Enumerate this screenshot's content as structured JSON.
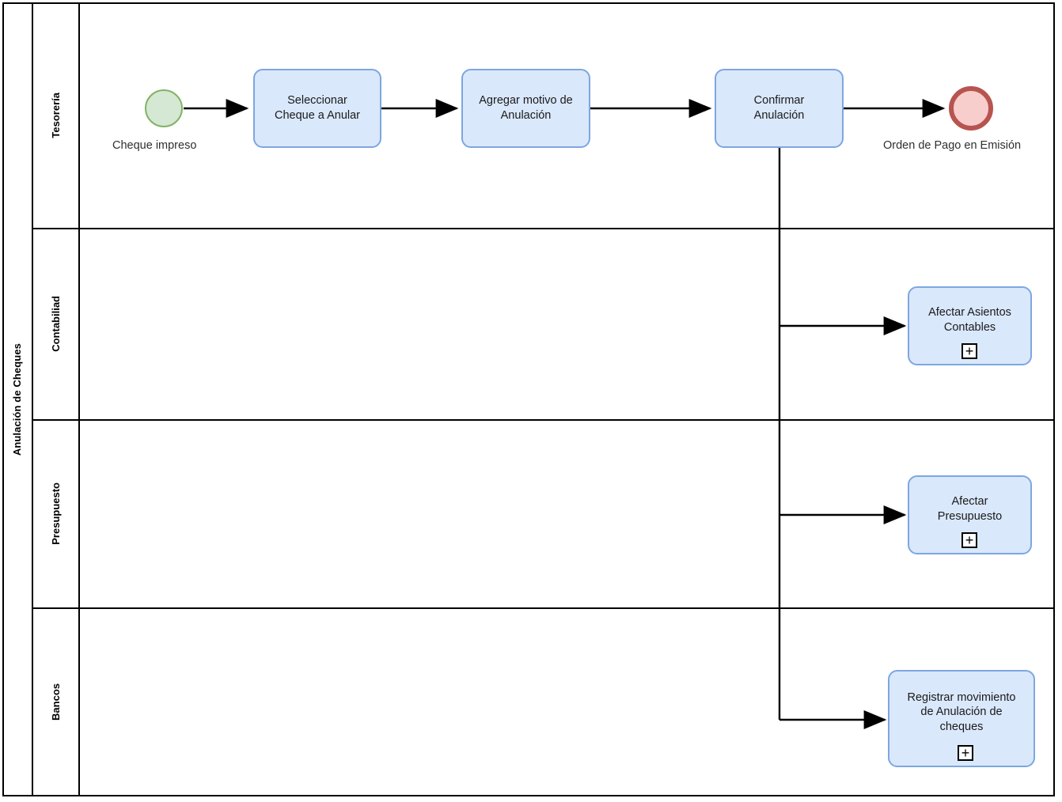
{
  "pool": {
    "title": "Anulación de Cheques"
  },
  "lanes": [
    {
      "id": "tesoreria",
      "label": "Tesorería"
    },
    {
      "id": "contabiliad",
      "label": "Contabiliad"
    },
    {
      "id": "presupuesto",
      "label": "Presupuesto"
    },
    {
      "id": "bancos",
      "label": "Bancos"
    }
  ],
  "events": {
    "start": {
      "label": "Cheque impreso",
      "type": "start-event"
    },
    "end": {
      "label": "Orden de Pago en Emisión",
      "type": "end-event"
    }
  },
  "tasks": {
    "seleccionar_cheque": {
      "label": "Seleccionar\nCheque a Anular"
    },
    "agregar_motivo": {
      "label": "Agregar motivo de\nAnulación"
    },
    "confirmar": {
      "label": "Confirmar\nAnulación"
    },
    "afectar_asientos": {
      "label": "Afectar Asientos\nContables",
      "marker": "+"
    },
    "afectar_presupuesto": {
      "label": "Afectar\nPresupuesto",
      "marker": "+"
    },
    "registrar_mov": {
      "label": "Registrar movimiento\nde Anulación de\ncheques",
      "marker": "+"
    }
  },
  "colors": {
    "task_fill": "#dae8fc",
    "task_border": "#7ea6e0",
    "start_fill": "#d5e8d4",
    "start_border": "#82b366",
    "end_fill": "#f8cecc",
    "end_border": "#b85450",
    "line": "#000000"
  },
  "chart_data": {
    "type": "diagram",
    "notation": "BPMN",
    "title": "Anulación de Cheques",
    "lanes": [
      "Tesorería",
      "Contabiliad",
      "Presupuesto",
      "Bancos"
    ],
    "nodes": [
      {
        "id": "start",
        "type": "start-event",
        "lane": "Tesorería",
        "label": "Cheque impreso"
      },
      {
        "id": "seleccionar_cheque",
        "type": "task",
        "lane": "Tesorería",
        "label": "Seleccionar Cheque a Anular"
      },
      {
        "id": "agregar_motivo",
        "type": "task",
        "lane": "Tesorería",
        "label": "Agregar motivo de Anulación"
      },
      {
        "id": "confirmar",
        "type": "task",
        "lane": "Tesorería",
        "label": "Confirmar Anulación"
      },
      {
        "id": "end",
        "type": "end-event",
        "lane": "Tesorería",
        "label": "Orden de Pago en Emisión"
      },
      {
        "id": "afectar_asientos",
        "type": "collapsed-subprocess",
        "lane": "Contabiliad",
        "label": "Afectar Asientos Contables"
      },
      {
        "id": "afectar_presupuesto",
        "type": "collapsed-subprocess",
        "lane": "Presupuesto",
        "label": "Afectar Presupuesto"
      },
      {
        "id": "registrar_mov",
        "type": "collapsed-subprocess",
        "lane": "Bancos",
        "label": "Registrar movimiento de Anulación de cheques"
      }
    ],
    "edges": [
      {
        "from": "start",
        "to": "seleccionar_cheque"
      },
      {
        "from": "seleccionar_cheque",
        "to": "agregar_motivo"
      },
      {
        "from": "agregar_motivo",
        "to": "confirmar"
      },
      {
        "from": "confirmar",
        "to": "end"
      },
      {
        "from": "confirmar",
        "to": "afectar_asientos"
      },
      {
        "from": "confirmar",
        "to": "afectar_presupuesto"
      },
      {
        "from": "confirmar",
        "to": "registrar_mov"
      }
    ]
  }
}
